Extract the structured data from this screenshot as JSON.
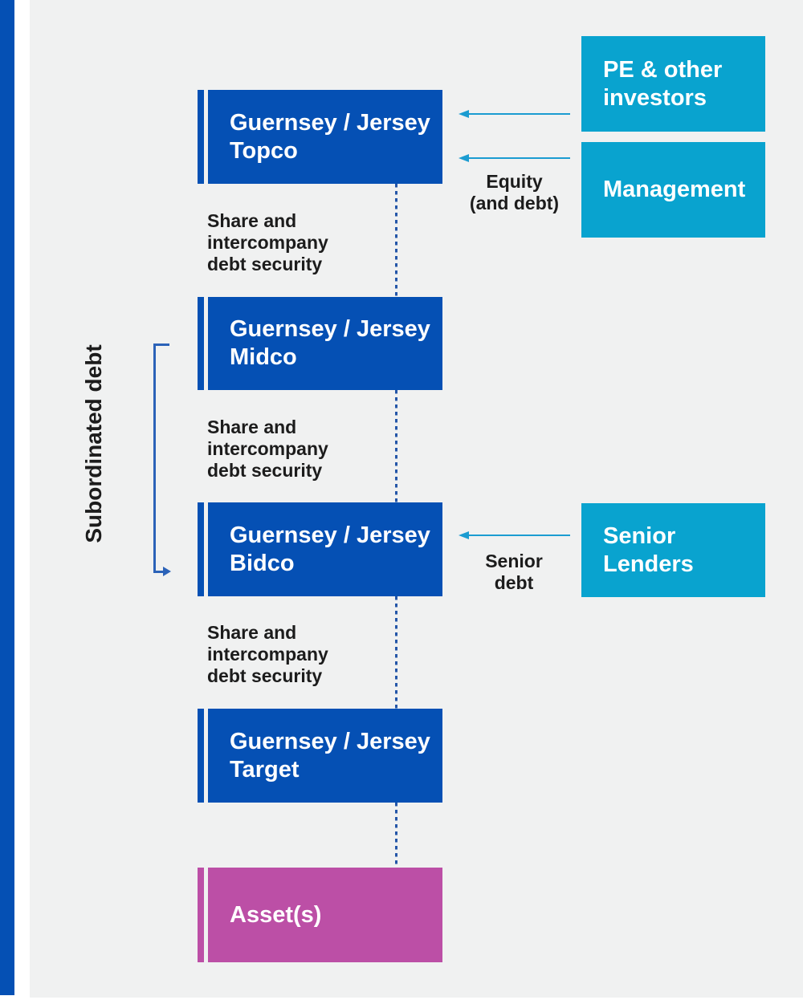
{
  "palette": {
    "blue": "#0550b4",
    "cyan": "#09a3cf",
    "magenta": "#bc4fa6",
    "arrow": "#1b9cd1",
    "dash": "#2456a8",
    "bracket": "#2b62b8",
    "canvas": "#f0f1f1",
    "ink": "#1c1c1c"
  },
  "chain": [
    {
      "id": "topco",
      "label": "Guernsey / Jersey\nTopco"
    },
    {
      "id": "midco",
      "label": "Guernsey / Jersey\nMidco"
    },
    {
      "id": "bidco",
      "label": "Guernsey / Jersey\nBidco"
    },
    {
      "id": "target",
      "label": "Guernsey / Jersey\nTarget"
    },
    {
      "id": "assets",
      "label": "Asset(s)"
    }
  ],
  "external": [
    {
      "id": "pe",
      "label": "PE & other\ninvestors"
    },
    {
      "id": "management",
      "label": "Management"
    },
    {
      "id": "senior-lenders",
      "label": "Senior\nLenders"
    }
  ],
  "annotations": {
    "equity": "Equity\n(and debt)",
    "senior_debt": "Senior\ndebt",
    "subordinated": "Subordinated debt",
    "security_labels": [
      "Share and\nintercompany\ndebt security",
      "Share and\nintercompany\ndebt security",
      "Share and\nintercompany\ndebt security"
    ]
  }
}
